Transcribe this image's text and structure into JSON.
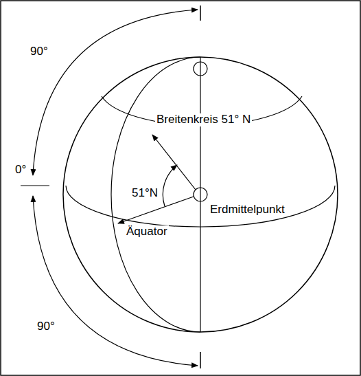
{
  "diagram": {
    "labels": [
      "90°",
      "Breitenkreis 51° N",
      "0°",
      "51°N",
      "Erdmittelpunkt",
      "Äquator",
      "90°"
    ]
  }
}
